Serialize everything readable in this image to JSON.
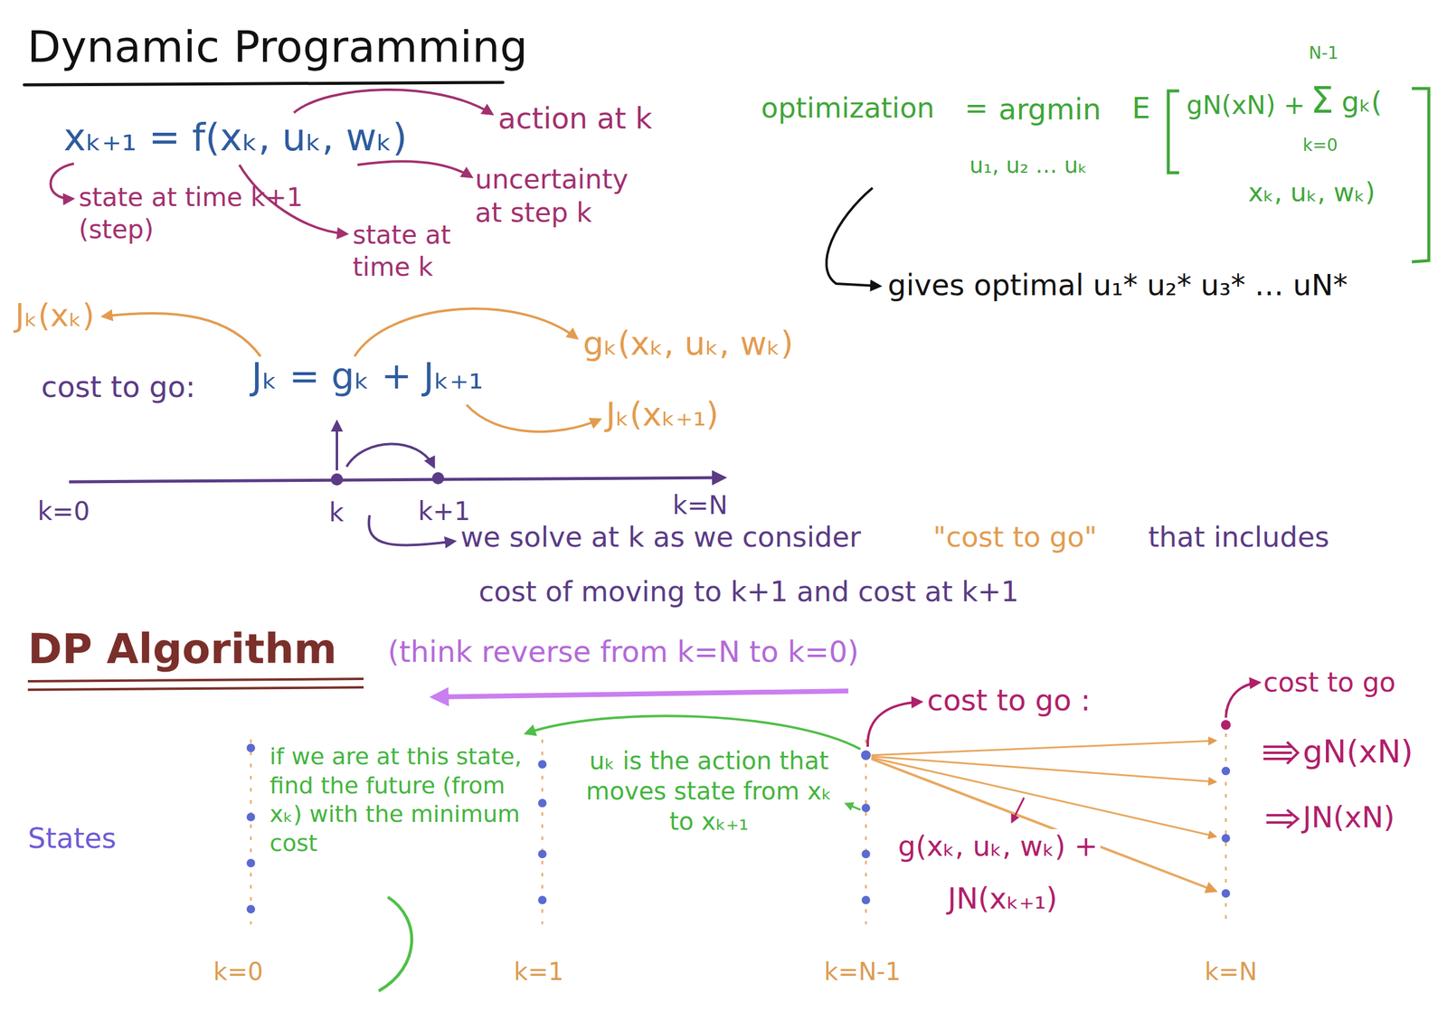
{
  "diagram": {
    "title": "Dynamic Programming",
    "labels": [
      "xₖ₊₁ = f(xₖ, uₖ, wₖ)",
      "action at k",
      "uncertainty at step k",
      "state at time k+1 (step)",
      "state at time k",
      "Jₖ(xₖ)",
      "cost to go:",
      "Jₖ = gₖ + Jₖ₊₁",
      "gₖ(xₖ, uₖ, wₖ)",
      "Jₖ(xₖ₊₁)",
      "k=0",
      "k",
      "k+1",
      "k=N",
      "we solve at k as we consider",
      "\"cost to go\"",
      "that includes",
      "cost of moving to k+1 and cost at k+1",
      "DP Algorithm",
      "(think reverse from k=N to k=0)",
      "States",
      "if we are at this state, find the future (from xₖ) with the minimum cost",
      "uₖ is the action that moves state from xₖ to xₖ₊₁",
      "cost to go :",
      "g(xₖ, uₖ, wₖ) +",
      "JN(xₖ₊₁)",
      "cost to go",
      "gN(xN)",
      "JN(xN)",
      "k=0",
      "k=1",
      "k=N-1",
      "k=N",
      "optimization",
      "=",
      "argmin",
      "u₁, u₂ … uₖ",
      "E",
      "gN(xN) +",
      "Σ",
      "N-1",
      "k=0",
      "gₖ(",
      "xₖ, uₖ, wₖ)",
      "gives optimal u₁* u₂* u₃* … uN*"
    ]
  }
}
